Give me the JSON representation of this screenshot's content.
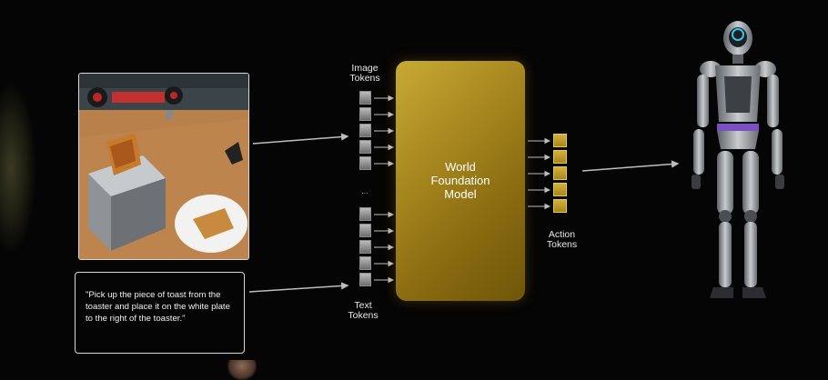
{
  "labels": {
    "image_tokens": [
      "Image",
      "Tokens"
    ],
    "text_tokens": [
      "Text",
      "Tokens"
    ],
    "action_tokens": [
      "Action",
      "Tokens"
    ],
    "model": [
      "World",
      "Foundation",
      "Model"
    ],
    "ellipsis": "…"
  },
  "prompt": {
    "lines": [
      "\"Pick up the piece of toast from the",
      "toaster and place it on the white plate",
      "to the right of the toaster.\""
    ]
  },
  "colors": {
    "background": "#050505",
    "model_gold": "#b8961f",
    "token_gray": "#9a9a9a",
    "action_token_gold": "#c9a934",
    "arrow": "#b8b8b8"
  },
  "icons": {
    "scene_image": "toaster-scene-image",
    "robot_image": "humanoid-robot-image"
  }
}
